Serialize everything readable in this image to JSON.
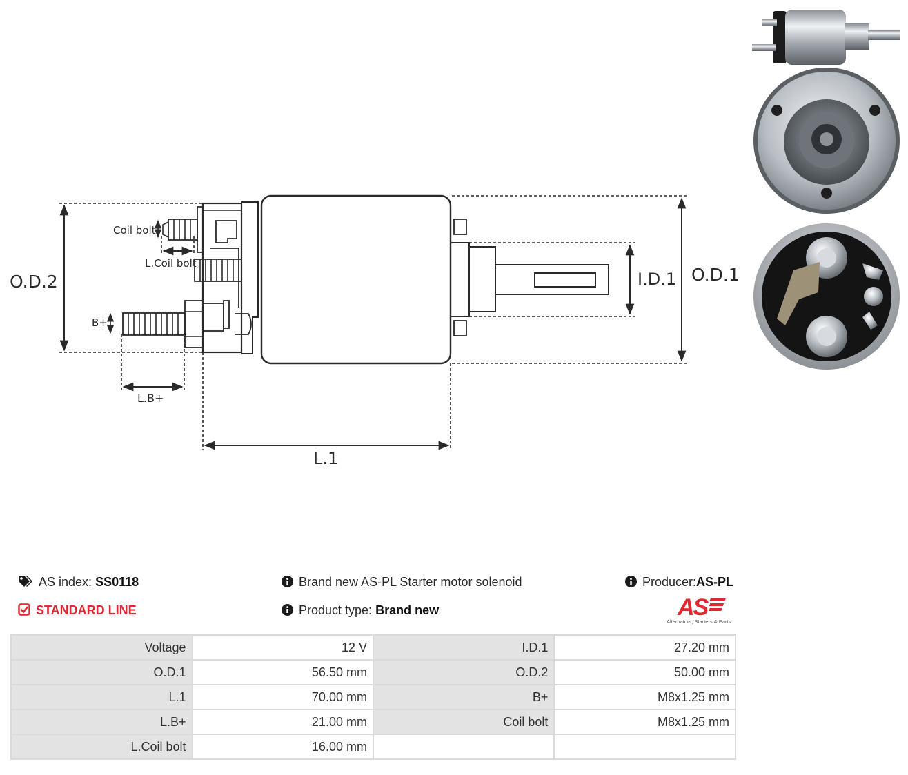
{
  "diagram": {
    "labels": {
      "od2": "O.D.2",
      "coil_bolt": "Coil bolt",
      "l_coil_bolt": "L.Coil bolt",
      "b_plus": "B+",
      "l_b_plus": "L.B+",
      "l1": "L.1",
      "id1": "I.D.1",
      "od1": "O.D.1"
    }
  },
  "info": {
    "as_index_label": "AS index:",
    "as_index_value": "SS0118",
    "standard_line": "STANDARD LINE",
    "description": "Brand new AS-PL Starter motor solenoid",
    "product_type_label": "Product type:",
    "product_type_value": "Brand new",
    "producer_label": "Producer:",
    "producer_value": "AS-PL"
  },
  "logo": {
    "mark": "AS",
    "tagline": "Alternators, Starters & Parts",
    "color": "#e3262f"
  },
  "specs": [
    [
      "Voltage",
      "12 V",
      "I.D.1",
      "27.20 mm"
    ],
    [
      "O.D.1",
      "56.50 mm",
      "O.D.2",
      "50.00 mm"
    ],
    [
      "L.1",
      "70.00 mm",
      "B+",
      "M8x1.25 mm"
    ],
    [
      "L.B+",
      "21.00 mm",
      "Coil bolt",
      "M8x1.25 mm"
    ],
    [
      "L.Coil bolt",
      "16.00 mm",
      "",
      ""
    ]
  ],
  "icons": {
    "tag": "tags-icon",
    "check": "check-square-icon",
    "info": "info-circle-icon"
  }
}
